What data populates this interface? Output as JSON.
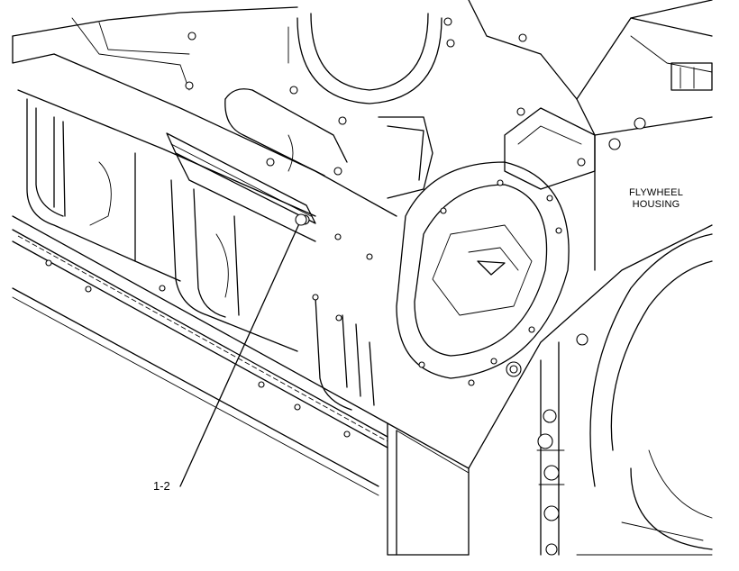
{
  "diagram": {
    "labels": {
      "flywheel_housing_line1": "FLYWHEEL",
      "flywheel_housing_line2": "HOUSING",
      "callout": "1-2"
    }
  }
}
